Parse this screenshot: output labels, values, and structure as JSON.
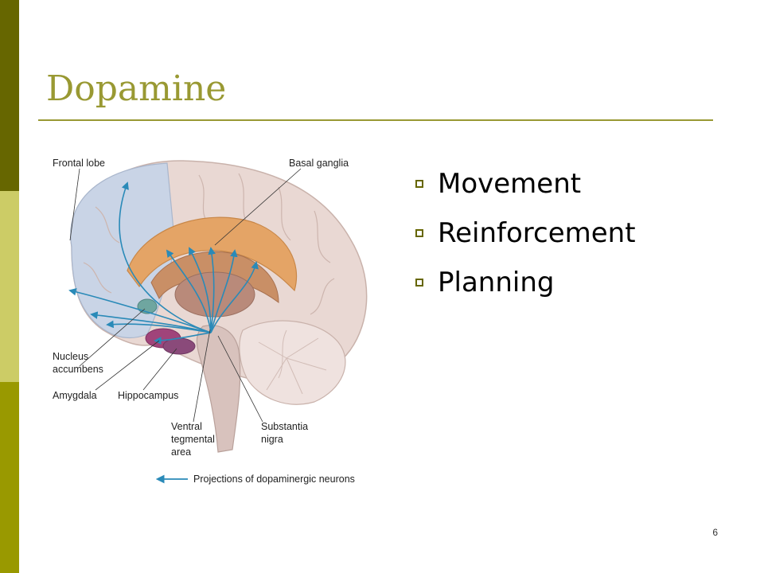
{
  "slide": {
    "title": "Dopamine",
    "bullets": [
      "Movement",
      "Reinforcement",
      "Planning"
    ],
    "page_number": "6"
  },
  "figure": {
    "labels": {
      "frontal_lobe": "Frontal lobe",
      "basal_ganglia": "Basal ganglia",
      "nucleus_accumbens_1": "Nucleus",
      "nucleus_accumbens_2": "accumbens",
      "amygdala": "Amygdala",
      "hippocampus": "Hippocampus",
      "vta_1": "Ventral",
      "vta_2": "tegmental",
      "vta_3": "area",
      "substantia_1": "Substantia",
      "substantia_2": "nigra",
      "legend": "Projections of dopaminergic neurons"
    }
  },
  "colors": {
    "sidebar_dark": "#666600",
    "sidebar_light": "#cccc66",
    "sidebar_mid": "#999900",
    "title": "#999933",
    "arrow": "#2a8ab8"
  }
}
